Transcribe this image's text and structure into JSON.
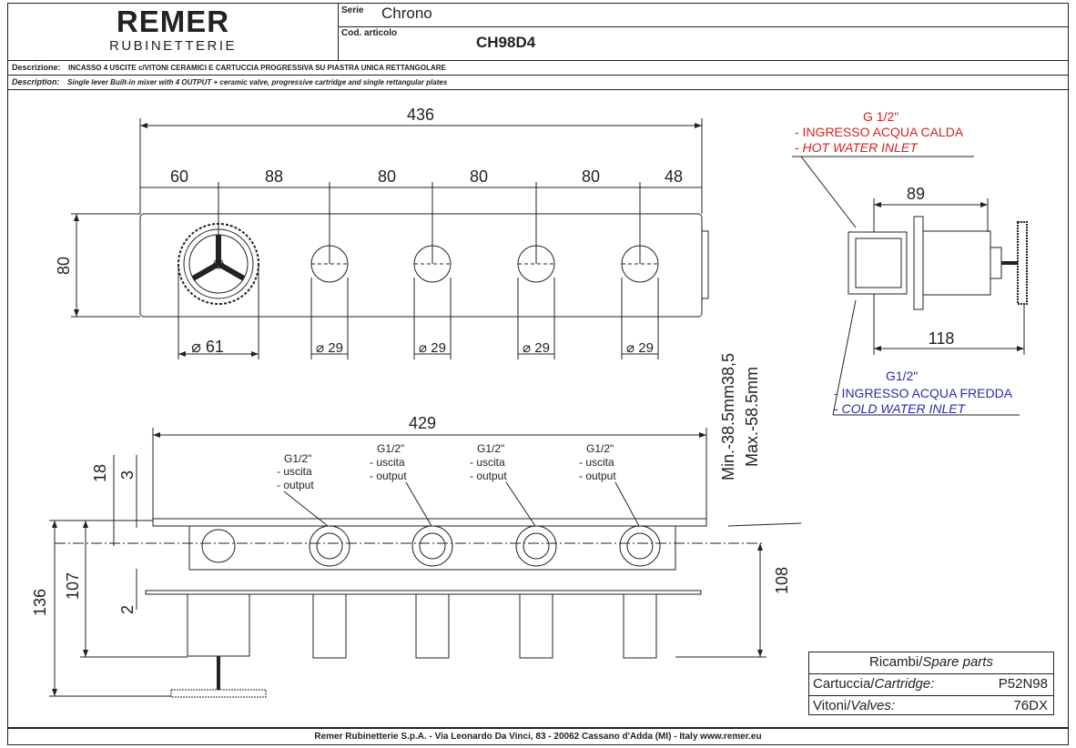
{
  "header": {
    "brand": "REMER",
    "brand_sub": "RUBINETTERIE",
    "serie_label": "Serie",
    "serie_value": "Chrono",
    "cod_label": "Cod. articolo",
    "cod_value": "CH98D4"
  },
  "descrizione": {
    "label": "Descrizione:",
    "text": "INCASSO 4 USCITE c/VITONI CERAMICI E CARTUCCIA PROGRESSIVA SU PIASTRA UNICA RETTANGOLARE"
  },
  "description": {
    "label": "Description:",
    "text": "Single lever Built-in mixer with 4 OUTPUT + ceramic valve, progressive cartridge and single  rettangular plates"
  },
  "front_view": {
    "overall_width": "436",
    "spacings": [
      "60",
      "88",
      "80",
      "80",
      "80",
      "48"
    ],
    "height": "80",
    "diameters": [
      "⌀ 61",
      "⌀ 29",
      "⌀ 29",
      "⌀ 29",
      "⌀ 29"
    ]
  },
  "side_view": {
    "hot_inlet_size": "G 1/2\"",
    "hot_inlet_it": "- INGRESSO ACQUA CALDA",
    "hot_inlet_en": "- HOT WATER INLET",
    "top_width": "89",
    "bottom_width": "118",
    "cold_inlet_size": "G1/2\"",
    "cold_inlet_it": "- INGRESSO ACQUA FREDDA",
    "cold_inlet_en": "- COLD WATER INLET"
  },
  "bottom_view": {
    "width": "429",
    "dim_18": "18",
    "dim_3": "3",
    "dim_136": "136",
    "dim_107": "107",
    "dim_2": "2",
    "dim_108": "108",
    "depth_range_1": "Min.-38.5mm38,5",
    "depth_range_2": "Max.-58.5mm",
    "outputs": [
      {
        "size": "G1/2\"",
        "it": "- uscita",
        "en": "- output"
      },
      {
        "size": "G1/2\"",
        "it": "- uscita",
        "en": "- output"
      },
      {
        "size": "G1/2\"",
        "it": "- uscita",
        "en": "- output"
      },
      {
        "size": "G1/2\"",
        "it": "- uscita",
        "en": "- output"
      }
    ]
  },
  "spare_parts": {
    "title_it": "Ricambi/",
    "title_en": "Spare parts",
    "cartridge_label_it": "Cartuccia/",
    "cartridge_label_en": "Cartridge:",
    "cartridge_value": "P52N98",
    "valves_label_it": "Vitoni/",
    "valves_label_en": "Valves:",
    "valves_value": "76DX"
  },
  "footer": "Remer Rubinetterie S.p.A. - Via Leonardo Da Vinci, 83 - 20062 Cassano d'Adda (MI) - Italy www.remer.eu",
  "colors": {
    "line": "#222222",
    "hot": "#d42020",
    "cold": "#2a2aa8"
  }
}
